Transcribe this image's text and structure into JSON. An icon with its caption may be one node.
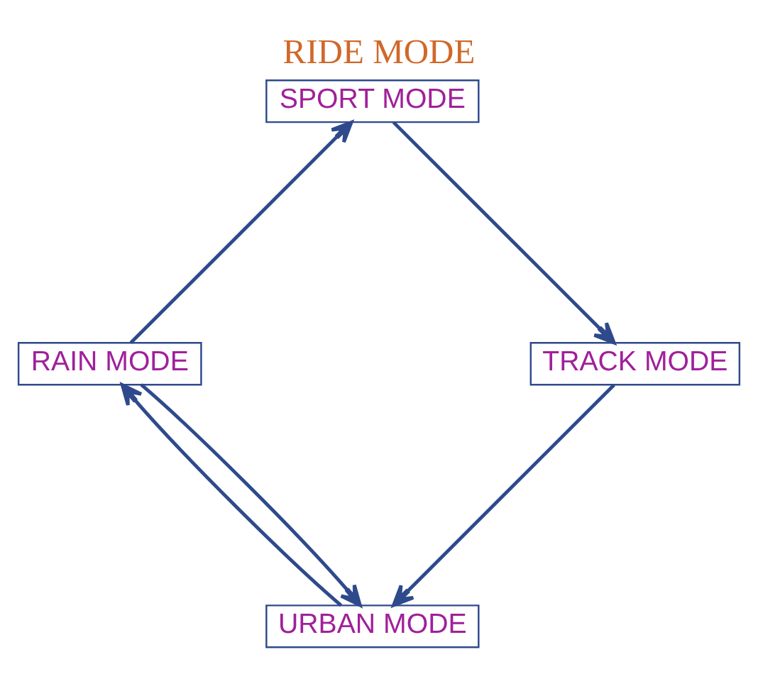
{
  "diagram": {
    "title": "RIDE MODE",
    "nodes": [
      {
        "text": [
          "URBAN MODE"
        ]
      },
      {
        "text": [
          "RAIN MODE"
        ]
      },
      {
        "text": [
          "SPORT MODE"
        ]
      },
      {
        "text": [
          "TRACK MODE"
        ]
      }
    ],
    "edges": [
      {
        "from": 0,
        "to": 1,
        "arrow": "to"
      },
      {
        "from": 1,
        "to": 0,
        "arrow": "to"
      },
      {
        "from": 1,
        "to": 2,
        "arrow": "to"
      },
      {
        "from": 2,
        "to": 3,
        "arrow": "to"
      },
      {
        "from": 3,
        "to": 0,
        "arrow": "to"
      }
    ]
  }
}
